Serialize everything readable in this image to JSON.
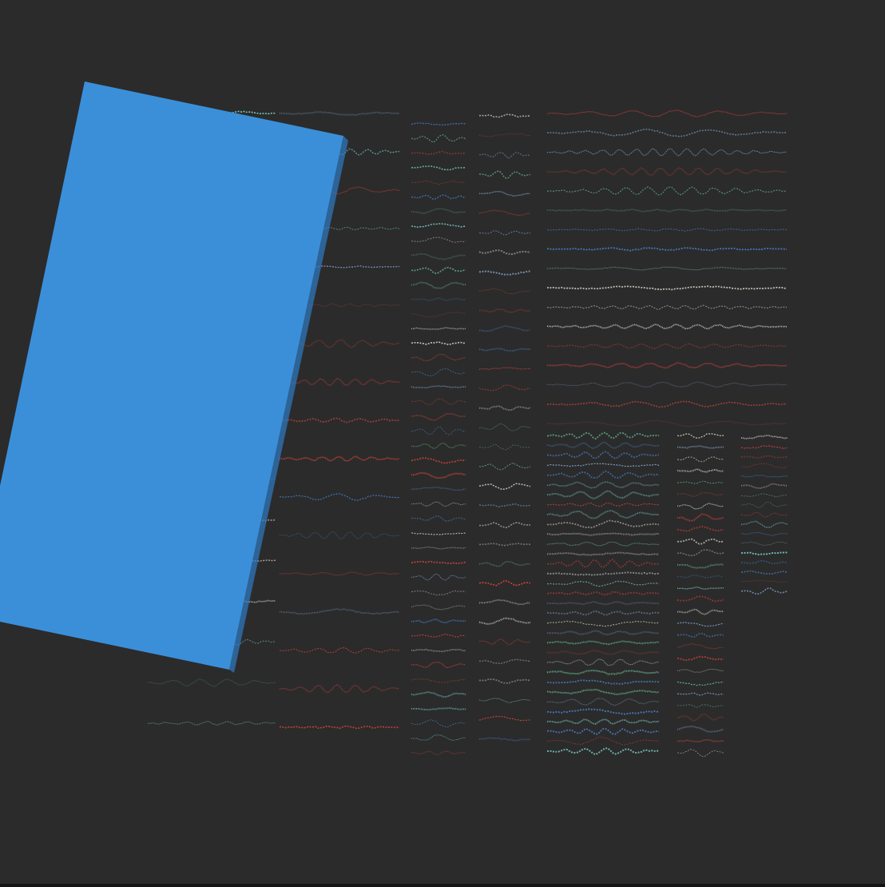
{
  "scene": {
    "background": "#2b2b2b",
    "panel_color": "#3b8fd9",
    "panel_edge_color": "#2f7cc4",
    "stroke_palette": [
      "#e8463f",
      "#e6e6e6",
      "#d8e0cf",
      "#7fd6d0",
      "#4a80c8",
      "#6bbf9a",
      "#c9473f",
      "#8fb2e0"
    ],
    "columns": [
      {
        "id": "col-1",
        "rows": 16
      },
      {
        "id": "col-2",
        "rows": 17
      },
      {
        "id": "col-3",
        "rows": 44
      },
      {
        "id": "col-4",
        "rows": 33
      },
      {
        "id": "col-5",
        "rows": 33
      },
      {
        "id": "col-6",
        "rows": 28
      },
      {
        "id": "col-7",
        "rows": 17
      }
    ]
  }
}
